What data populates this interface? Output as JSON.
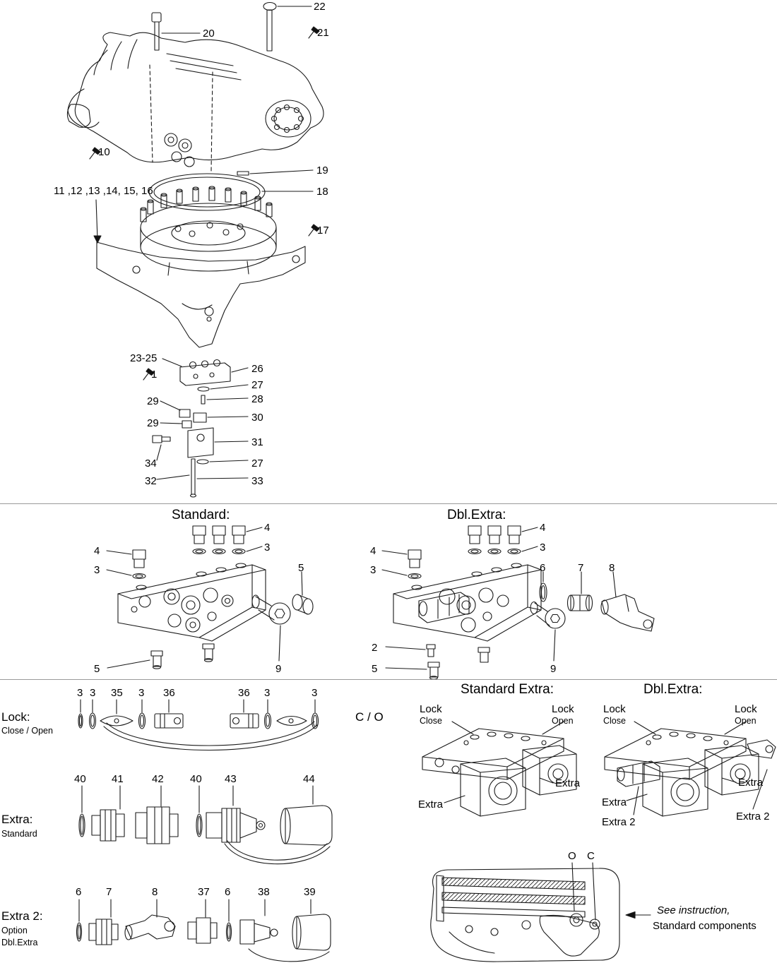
{
  "main_assembly": {
    "callouts": {
      "c22": "22",
      "c20": "20",
      "c21": "21",
      "c10": "10",
      "c19": "19",
      "c18": "18",
      "c11_16": "11 ,12 ,13 ,14, 15, 16",
      "c17": "17",
      "c23_25": "23-25",
      "c1": "1",
      "c26": "26",
      "c27a": "27",
      "c28": "28",
      "c29a": "29",
      "c30": "30",
      "c29b": "29",
      "c31": "31",
      "c34": "34",
      "c27b": "27",
      "c32": "32",
      "c33": "33"
    }
  },
  "standard_block": {
    "title": "Standard:",
    "callouts": {
      "c4a": "4",
      "c3a": "3",
      "c4b": "4",
      "c3b": "3",
      "c5a": "5",
      "c5b": "5",
      "c9": "9"
    }
  },
  "dbl_extra_block": {
    "title": "Dbl.Extra:",
    "callouts": {
      "c4a": "4",
      "c3a": "3",
      "c4b": "4",
      "c3b": "3",
      "c6": "6",
      "c7": "7",
      "c8": "8",
      "c2": "2",
      "c5": "5",
      "c9": "9"
    }
  },
  "lock_row": {
    "label": "Lock:",
    "sublabel": "Close / Open",
    "co_label": "C / O",
    "callouts": {
      "c3a": "3",
      "c3b": "3",
      "c35": "35",
      "c3c": "3",
      "c36a": "36",
      "c36b": "36",
      "c3d": "3",
      "c3e": "3"
    }
  },
  "extra_row": {
    "label": "Extra:",
    "sublabel": "Standard",
    "callouts": {
      "c40a": "40",
      "c41": "41",
      "c42": "42",
      "c40b": "40",
      "c43": "43",
      "c44": "44"
    }
  },
  "extra2_row": {
    "label": "Extra 2:",
    "sublabel1": "Option",
    "sublabel2": "Dbl.Extra",
    "callouts": {
      "c6a": "6",
      "c7": "7",
      "c8": "8",
      "c37": "37",
      "c6b": "6",
      "c38": "38",
      "c39": "39"
    }
  },
  "standard_extra_assembly": {
    "title": "Standard Extra:",
    "lock_close_top": "Lock",
    "lock_close_sub": "Close",
    "lock_open_top": "Lock",
    "lock_open_sub": "Open",
    "extra_right": "Extra",
    "extra_bottom": "Extra"
  },
  "dbl_extra_assembly": {
    "title": "Dbl.Extra:",
    "lock_close_top": "Lock",
    "lock_close_sub": "Close",
    "lock_open_top": "Lock",
    "lock_open_sub": "Open",
    "extra_right": "Extra",
    "extra_bottom": "Extra",
    "extra2_left": "Extra 2",
    "extra2_right": "Extra 2"
  },
  "instruction_figure": {
    "o_label": "O",
    "c_label": "C",
    "note_line1": "See instruction,",
    "note_line2": "Standard components"
  }
}
